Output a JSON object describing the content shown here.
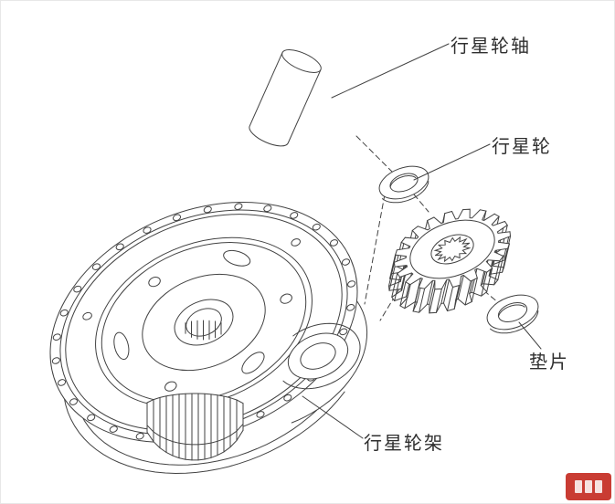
{
  "drawing": {
    "type": "exploded-assembly-diagram",
    "subject": "planetary-gear-assembly",
    "labels": {
      "shaft": "行星轮轴",
      "planet_gear": "行星轮",
      "shim": "垫片",
      "carrier": "行星轮架"
    },
    "line_color": "#424242",
    "label_color": "#2f2f2f",
    "watermark_color": "#c4281e",
    "background": "#ffffff"
  }
}
